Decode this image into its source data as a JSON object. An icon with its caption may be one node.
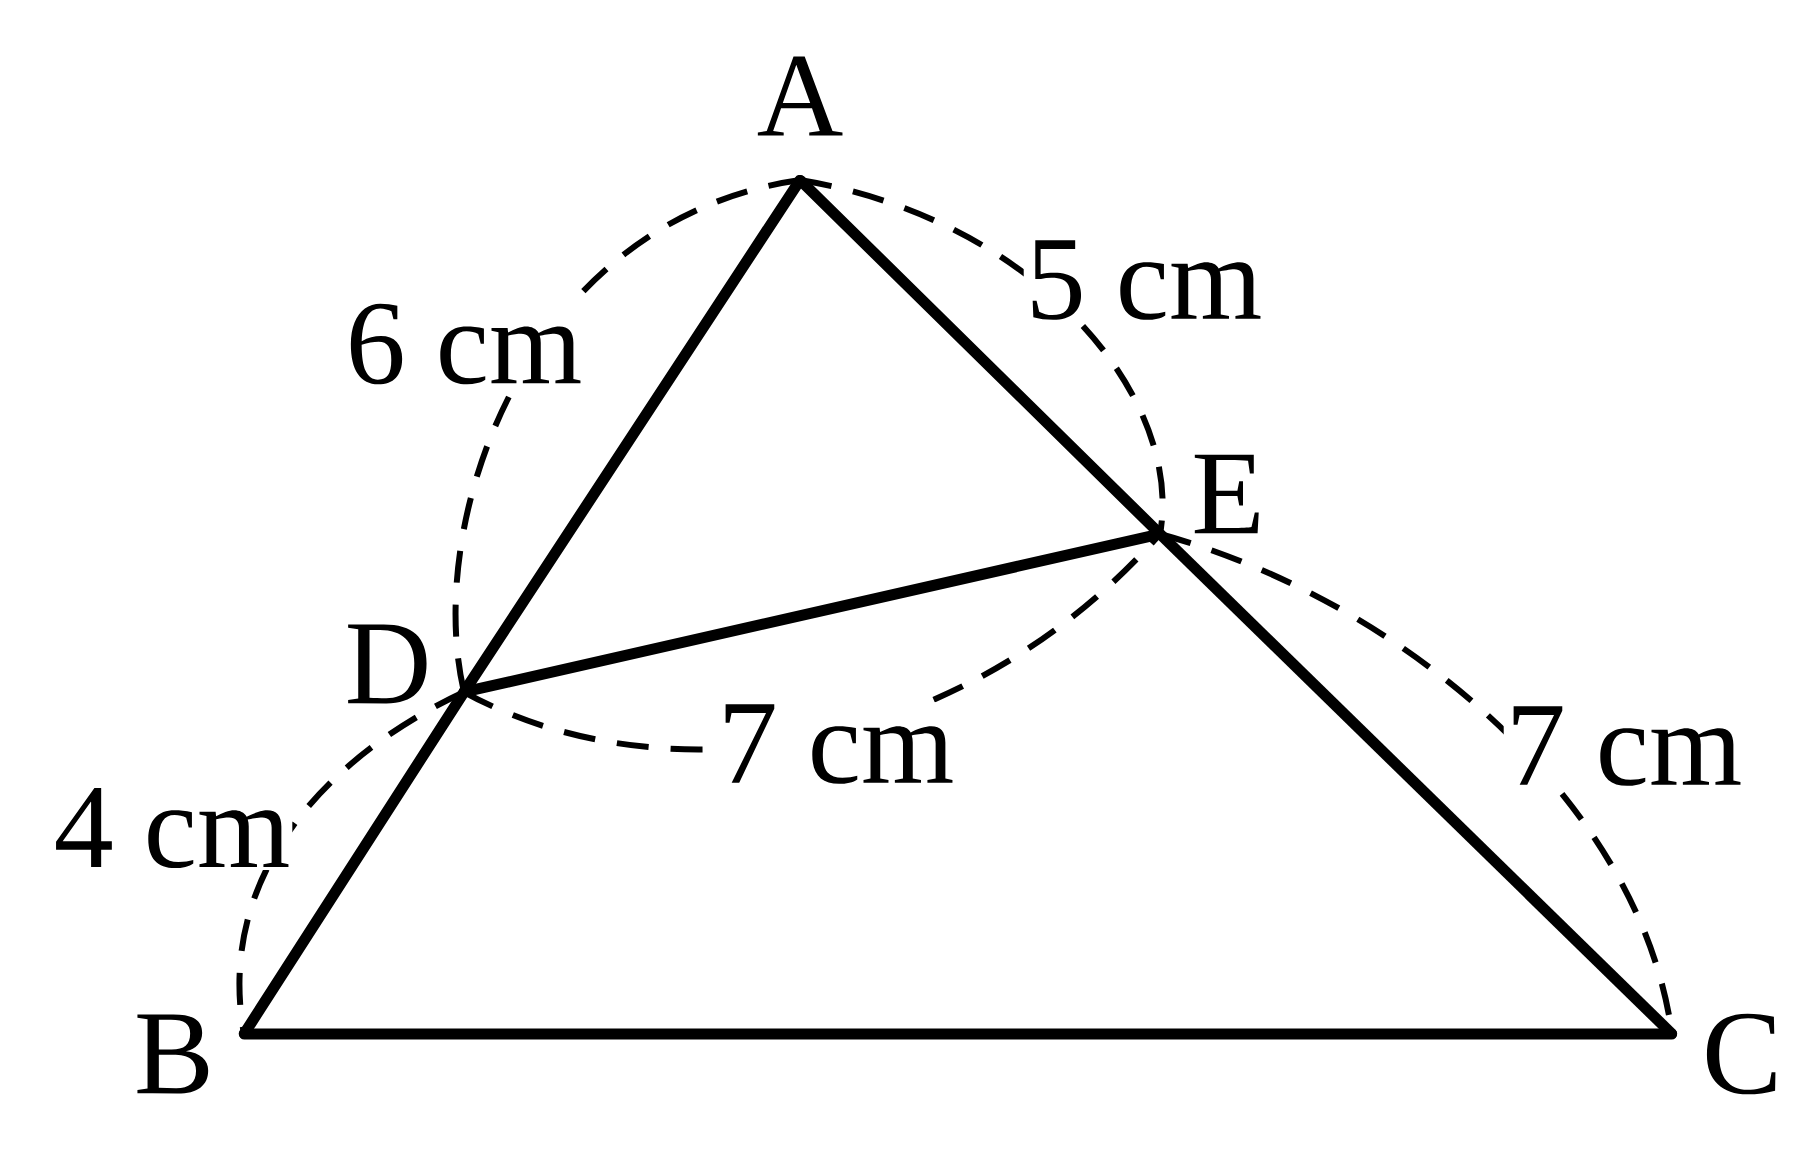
{
  "diagram": {
    "nodes": [
      {
        "text": [
          "A"
        ]
      },
      {
        "text": [
          "B"
        ]
      },
      {
        "text": [
          "C"
        ]
      },
      {
        "text": [
          "D"
        ]
      },
      {
        "text": [
          "E"
        ]
      }
    ],
    "edges": [
      {
        "from": 0,
        "to": 3,
        "arrow": "none"
      },
      {
        "from": 3,
        "to": 1,
        "arrow": "none"
      },
      {
        "from": 1,
        "to": 2,
        "arrow": "none"
      },
      {
        "from": 2,
        "to": 4,
        "arrow": "none"
      },
      {
        "from": 4,
        "to": 0,
        "arrow": "none"
      },
      {
        "from": 3,
        "to": 4,
        "arrow": "none"
      }
    ],
    "labels": [
      "6 cm",
      "5 cm",
      "7 cm",
      "7 cm",
      "4 cm"
    ]
  }
}
